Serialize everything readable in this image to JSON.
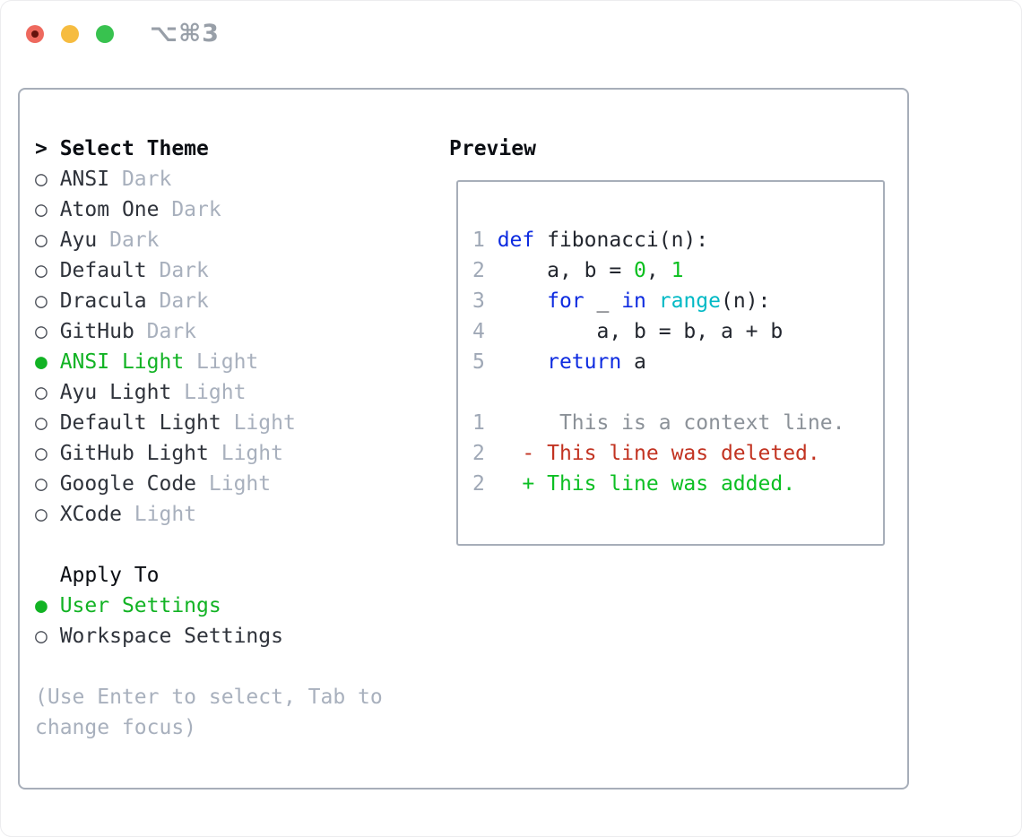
{
  "window": {
    "shortcut_label": "⌥⌘3",
    "traffic_lights": [
      "close",
      "minimize",
      "zoom"
    ]
  },
  "left_panel": {
    "header": {
      "prompt_display": "> ",
      "label": "Select Theme"
    },
    "selected_marker": "●",
    "unselected_marker": "○",
    "themes": [
      {
        "name": "ANSI",
        "variant": "Dark",
        "selected": false
      },
      {
        "name": "Atom One",
        "variant": "Dark",
        "selected": false
      },
      {
        "name": "Ayu",
        "variant": "Dark",
        "selected": false
      },
      {
        "name": "Default",
        "variant": "Dark",
        "selected": false
      },
      {
        "name": "Dracula",
        "variant": "Dark",
        "selected": false
      },
      {
        "name": "GitHub",
        "variant": "Dark",
        "selected": false
      },
      {
        "name": "ANSI Light",
        "variant": "Light",
        "selected": true
      },
      {
        "name": "Ayu Light",
        "variant": "Light",
        "selected": false
      },
      {
        "name": "Default Light",
        "variant": "Light",
        "selected": false
      },
      {
        "name": "GitHub Light",
        "variant": "Light",
        "selected": false
      },
      {
        "name": "Google Code",
        "variant": "Light",
        "selected": false
      },
      {
        "name": "XCode",
        "variant": "Light",
        "selected": false
      }
    ],
    "apply_to": {
      "label": "Apply To",
      "options": [
        {
          "name": "User Settings",
          "selected": true
        },
        {
          "name": "Workspace Settings",
          "selected": false
        }
      ]
    },
    "help_lines": [
      "(Use Enter to select, Tab to",
      "change focus)"
    ]
  },
  "preview": {
    "label": "Preview",
    "code_lines": [
      [
        [
          "ln",
          "1 "
        ],
        [
          "kw",
          "def"
        ],
        [
          "tx",
          " fibonacci(n):"
        ]
      ],
      [
        [
          "ln",
          "2 "
        ],
        [
          "tx",
          "    a, b = "
        ],
        [
          "num",
          "0"
        ],
        [
          "tx",
          ", "
        ],
        [
          "num",
          "1"
        ]
      ],
      [
        [
          "ln",
          "3 "
        ],
        [
          "tx",
          "    "
        ],
        [
          "kw",
          "for"
        ],
        [
          "tx",
          " _ "
        ],
        [
          "kw",
          "in"
        ],
        [
          "tx",
          " "
        ],
        [
          "bi",
          "range"
        ],
        [
          "tx",
          "(n):"
        ]
      ],
      [
        [
          "ln",
          "4 "
        ],
        [
          "tx",
          "        a, b = b, a + b"
        ]
      ],
      [
        [
          "ln",
          "5 "
        ],
        [
          "tx",
          "    "
        ],
        [
          "kw",
          "return"
        ],
        [
          "tx",
          " a"
        ]
      ],
      [],
      [
        [
          "ln",
          "1"
        ],
        [
          "ctx",
          "      This is a context line."
        ]
      ],
      [
        [
          "ln",
          "2"
        ],
        [
          "del",
          "   - This line was deleted."
        ]
      ],
      [
        [
          "ln",
          "2"
        ],
        [
          "add",
          "   + This line was added."
        ]
      ]
    ]
  },
  "colors": {
    "accent_green": "#12b324",
    "panel_border": "#a7aeb9",
    "item_text": "#2f333b",
    "item_variant": "#a8b0bd",
    "radio": "#4a4e57",
    "header_text": "#0b0e13",
    "help_text": "#a8b0bd",
    "shortcut_text": "#989fa8",
    "syntax": {
      "ln": "#9fa8b6",
      "kw": "#0d2be0",
      "num": "#0abf1e",
      "bi": "#00b9c5",
      "tx": "#22262e",
      "ctx": "#8b9198",
      "del": "#c23321",
      "add": "#0cbf23"
    },
    "traffic": {
      "red": "#ee695e",
      "red_dot": "#64130d",
      "yellow": "#f6bc40",
      "green": "#38c24f"
    }
  }
}
